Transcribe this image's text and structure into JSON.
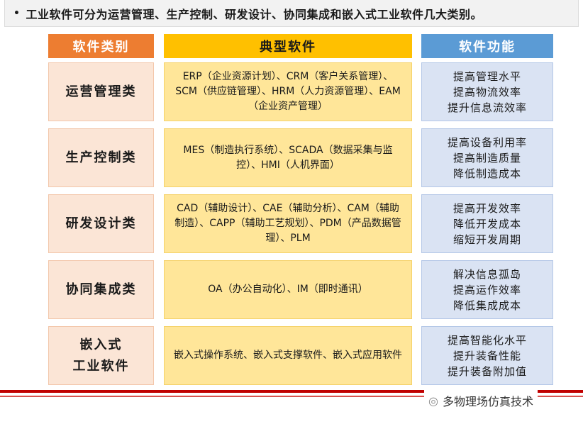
{
  "intro": "工业软件可分为运营管理、生产控制、研发设计、协同集成和嵌入式工业软件几大类别。",
  "headers": {
    "category": "软件类别",
    "software": "典型软件",
    "function": "软件功能"
  },
  "rows": [
    {
      "category": [
        "运营管理类"
      ],
      "software": "ERP（企业资源计划）、CRM（客户关系管理）、SCM（供应链管理）、HRM（人力资源管理）、EAM（企业资产管理）",
      "functions": [
        "提高管理水平",
        "提高物流效率",
        "提升信息流效率"
      ]
    },
    {
      "category": [
        "生产控制类"
      ],
      "software": "MES（制造执行系统）、SCADA（数据采集与监控）、HMI（人机界面）",
      "functions": [
        "提高设备利用率",
        "提高制造质量",
        "降低制造成本"
      ]
    },
    {
      "category": [
        "研发设计类"
      ],
      "software": "CAD（辅助设计）、CAE（辅助分析）、CAM（辅助制造）、CAPP（辅助工艺规划）、PDM（产品数据管理）、PLM",
      "functions": [
        "提高开发效率",
        "降低开发成本",
        "缩短开发周期"
      ]
    },
    {
      "category": [
        "协同集成类"
      ],
      "software": "OA（办公自动化）、IM（即时通讯）",
      "functions": [
        "解决信息孤岛",
        "提高运作效率",
        "降低集成成本"
      ]
    },
    {
      "category": [
        "嵌入式",
        "工业软件"
      ],
      "software": "嵌入式操作系统、嵌入式支撑软件、嵌入式应用软件",
      "functions": [
        "提高智能化水平",
        "提升装备性能",
        "提升装备附加值"
      ]
    }
  ],
  "watermark": "多物理场仿真技术",
  "colors": {
    "category_header": "#ed7d31",
    "software_header": "#ffc000",
    "function_header": "#5b9bd5",
    "rule": "#c00000"
  }
}
